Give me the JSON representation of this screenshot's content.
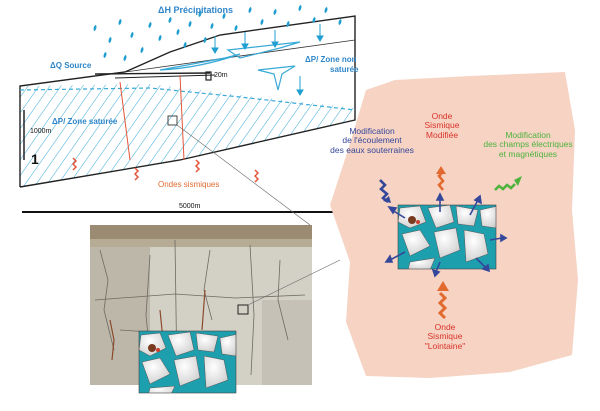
{
  "cross_section": {
    "precipitation_label": "ΔH Précipitations",
    "source_label": "ΔQ Source",
    "unsaturated_label_line1": "ΔP/ Zone non",
    "unsaturated_label_line2": "saturée",
    "saturated_label": "ΔP/ Zone saturée",
    "depth_label": "1000m",
    "small_scale_label": "20m",
    "panel_number": "1",
    "seismic_label": "Ondes sismiques",
    "scale_bar_label": "5000m"
  },
  "effects": {
    "flow_line1": "Modification",
    "flow_line2": "de l'écoulement",
    "flow_line3": "des eaux souterraines",
    "modified_line1": "Onde",
    "modified_line2": "Sismique",
    "modified_line3": "Modifiée",
    "field_line1": "Modification",
    "field_line2": "des champs électriques",
    "field_line3": "et magnétiques",
    "distant_line1": "Onde",
    "distant_line2": "Sismique",
    "distant_line3": "\"Lointaine\""
  },
  "colors": {
    "water_blue": "#1f9fd0",
    "label_blue": "#2f86c9",
    "orange": "#e36a2f",
    "red": "#d9342b",
    "green": "#4db33d",
    "navy": "#34479a",
    "blob": "#f6d3c3"
  }
}
